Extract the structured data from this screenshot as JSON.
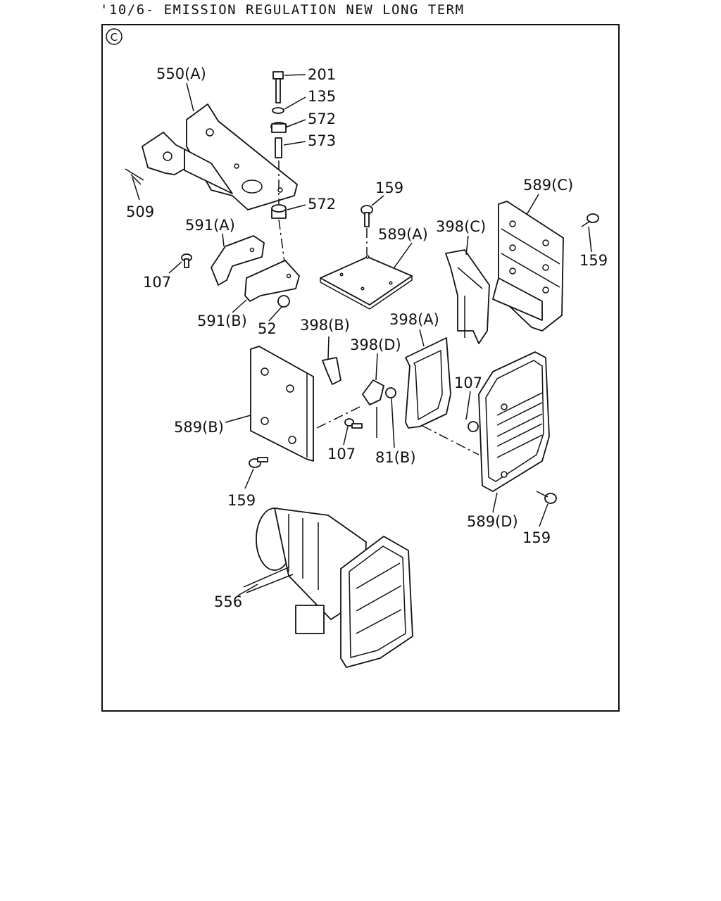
{
  "header": {
    "title": "'10/6- EMISSION REGULATION NEW LONG TERM"
  },
  "frame": {
    "corner_mark": "C"
  },
  "callouts": {
    "c550a": "550(A)",
    "c201": "201",
    "c135": "135",
    "c572a": "572",
    "c573": "573",
    "c572b": "572",
    "c509": "509",
    "c159a": "159",
    "c589c": "589(C)",
    "c591a": "591(A)",
    "c589a": "589(A)",
    "c398c": "398(C)",
    "c159b": "159",
    "c107a": "107",
    "c591b": "591(B)",
    "c52": "52",
    "c398b": "398(B)",
    "c398a": "398(A)",
    "c398d": "398(D)",
    "c107b": "107",
    "c589b": "589(B)",
    "c107c": "107",
    "c81b": "81(B)",
    "c159c": "159",
    "c589d": "589(D)",
    "c159d": "159",
    "c556": "556"
  }
}
